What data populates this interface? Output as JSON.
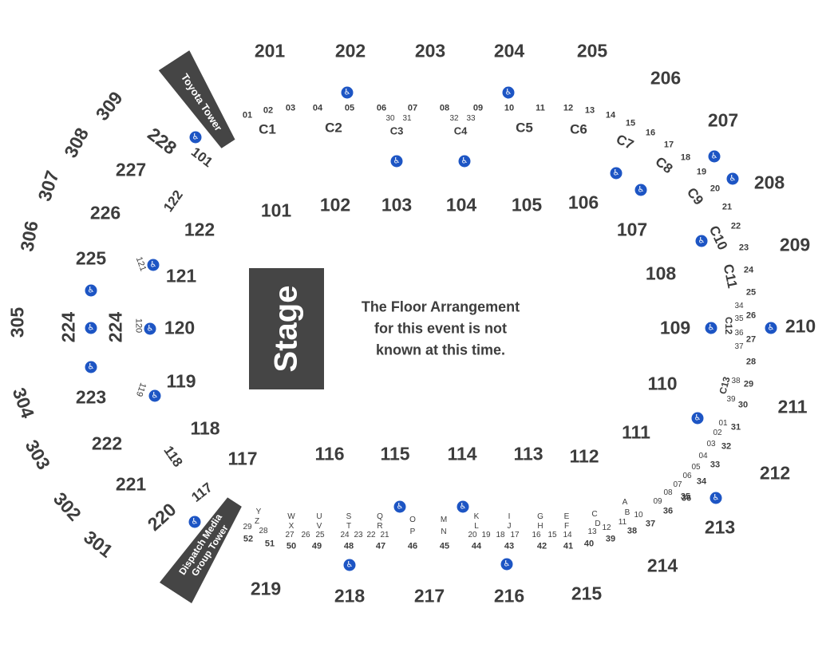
{
  "stage": {
    "label": "Stage"
  },
  "floor_note": {
    "line1": "The Floor Arrangement",
    "line2": "for this event is not",
    "line3": "known at this time."
  },
  "towers": {
    "toyota": "Toyota Tower",
    "dispatch_line1": "Dispatch Media",
    "dispatch_line2": "Group Tower"
  },
  "accessible_icon": "wheelchair-icon",
  "accessible_glyph": "♿",
  "colors": {
    "text": "#3d3d3d",
    "dark_block": "#454545",
    "accessible": "#1d55c4"
  },
  "sections_300": [
    "309",
    "308",
    "307",
    "306",
    "305",
    "304",
    "303",
    "302",
    "301"
  ],
  "sections_200": [
    "201",
    "202",
    "203",
    "204",
    "205",
    "206",
    "207",
    "208",
    "209",
    "210",
    "211",
    "212",
    "213",
    "214",
    "215",
    "216",
    "217",
    "218",
    "219",
    "220",
    "221",
    "222",
    "223",
    "224",
    "224",
    "225",
    "226",
    "227",
    "228"
  ],
  "sections_100": [
    "101",
    "102",
    "103",
    "104",
    "105",
    "106",
    "107",
    "108",
    "109",
    "110",
    "111",
    "112",
    "113",
    "114",
    "115",
    "116",
    "117",
    "118",
    "119",
    "120",
    "121",
    "122",
    "101",
    "122",
    "121",
    "120",
    "119",
    "118",
    "117"
  ],
  "club_sections": [
    "C1",
    "C2",
    "C3",
    "C4",
    "C5",
    "C6",
    "C7",
    "C8",
    "C9",
    "C10",
    "C11",
    "C12",
    "C13"
  ],
  "top_rows": [
    "01",
    "02",
    "03",
    "04",
    "05",
    "06",
    "07",
    "08",
    "09",
    "10",
    "11",
    "12",
    "13",
    "14",
    "15",
    "16",
    "17",
    "18",
    "19",
    "20",
    "21",
    "22",
    "23",
    "24",
    "25",
    "26",
    "27",
    "28",
    "29",
    "30",
    "31",
    "32",
    "33",
    "34",
    "35",
    "36",
    "37"
  ],
  "top_rows_sub": [
    "30",
    "31",
    "32",
    "33"
  ],
  "right_rows_sub": [
    "34",
    "35",
    "36",
    "37",
    "38",
    "39",
    "01",
    "02",
    "03",
    "04",
    "05",
    "06",
    "07",
    "08",
    "09"
  ],
  "bottom_letters": [
    "Y",
    "Z",
    "W",
    "X",
    "U",
    "V",
    "S",
    "T",
    "Q",
    "R",
    "O",
    "P",
    "M",
    "N",
    "K",
    "L",
    "I",
    "J",
    "G",
    "H",
    "E",
    "F",
    "C",
    "D",
    "A",
    "B"
  ],
  "bottom_rows_small": [
    "29",
    "28",
    "27",
    "26",
    "25",
    "24",
    "23",
    "22",
    "21",
    "20",
    "19",
    "18",
    "17",
    "16",
    "15",
    "14",
    "13",
    "12",
    "11",
    "10"
  ],
  "bottom_rows": [
    "52",
    "51",
    "50",
    "49",
    "48",
    "47",
    "46",
    "45",
    "44",
    "43",
    "42",
    "41",
    "40",
    "39",
    "38",
    "37",
    "36",
    "35",
    "34",
    "33",
    "32",
    "31"
  ]
}
